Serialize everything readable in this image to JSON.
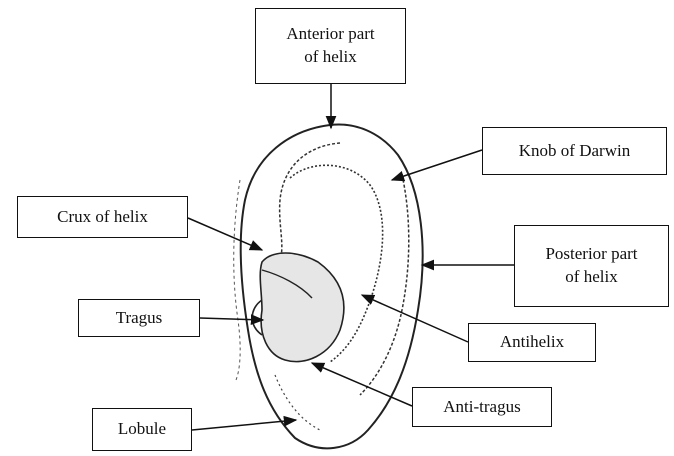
{
  "labels": {
    "anterior_helix": [
      "Anterior part",
      "of helix"
    ],
    "knob_of_darwin": "Knob of Darwin",
    "crux_of_helix": "Crux of helix",
    "posterior_helix": [
      "Posterior part",
      "of helix"
    ],
    "tragus": "Tragus",
    "antihelix": "Antihelix",
    "anti_tragus": "Anti-tragus",
    "lobule": "Lobule"
  }
}
